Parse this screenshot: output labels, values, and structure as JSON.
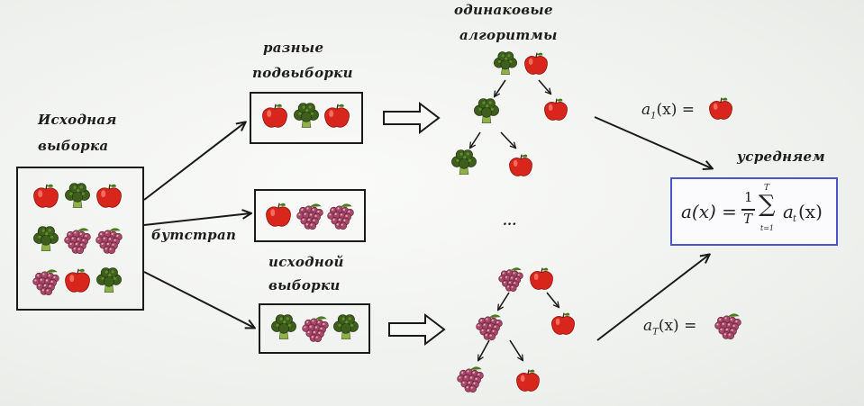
{
  "labels": {
    "source_sample_line1": "Исходная",
    "source_sample_line2": "выборка",
    "different_line1": "разные",
    "different_line2": "подвыборки",
    "bootstrap": "бутстрап",
    "of_source_line1": "исходной",
    "of_source_line2": "выборки",
    "same_line1": "одинаковые",
    "same_line2": "алгоритмы",
    "averaging": "усредняем",
    "ellipsis": "..."
  },
  "formulas": {
    "a1_prefix": "a",
    "a1_sub": "1",
    "aT_prefix": "a",
    "aT_sub": "T",
    "arg": "(x) =",
    "avg_lhs": "a(x) =",
    "avg_num": "1",
    "avg_den": "T",
    "sum_top": "T",
    "sum_bottom": "t=1",
    "sum_sign": "∑",
    "avg_term": "a",
    "avg_term_sub": "t",
    "avg_term_arg": "(x)"
  },
  "colors": {
    "apple": "#d8261c",
    "broccoli": "#3d5e1c",
    "grapes": "#a84868",
    "formula_border": "#4a56c8"
  },
  "icons": [
    "apple",
    "broccoli",
    "grapes"
  ],
  "sample": {
    "items": [
      "apple",
      "broccoli",
      "apple",
      "broccoli",
      "grapes",
      "grapes",
      "grapes",
      "apple",
      "broccoli"
    ]
  },
  "subsamples": [
    {
      "items": [
        "apple",
        "broccoli",
        "apple"
      ]
    },
    {
      "items": [
        "apple",
        "grapes",
        "grapes"
      ]
    },
    {
      "items": [
        "broccoli",
        "grapes",
        "broccoli"
      ]
    }
  ],
  "tree1": {
    "root": [
      "broccoli",
      "apple"
    ],
    "mid_left": [
      "broccoli"
    ],
    "mid_right": [
      "apple"
    ],
    "leaf_left": [
      "broccoli"
    ],
    "leaf_right": [
      "apple"
    ]
  },
  "tree2": {
    "root": [
      "grapes",
      "apple"
    ],
    "mid_left": [
      "grapes"
    ],
    "mid_right": [
      "apple"
    ],
    "leaf_left": [
      "grapes"
    ],
    "leaf_right": [
      "apple"
    ]
  },
  "results": {
    "a1": "apple",
    "aT": "grapes"
  }
}
